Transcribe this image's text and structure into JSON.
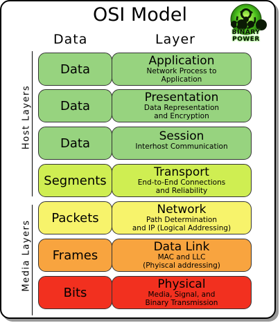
{
  "title": "OSI Model",
  "logo": {
    "icon": "biohazard-icon",
    "text": "BINARY POWER"
  },
  "columns": {
    "data": "Data",
    "layer": "Layer"
  },
  "groups": {
    "host": "Host Layers",
    "media": "Media Layers"
  },
  "layers": [
    {
      "data": "Data",
      "name": "Application",
      "desc1": "Network Process to",
      "desc2": "Application",
      "color": "#97d37f"
    },
    {
      "data": "Data",
      "name": "Presentation",
      "desc1": "Data Representation",
      "desc2": "and Encryption",
      "color": "#97d37f"
    },
    {
      "data": "Data",
      "name": "Session",
      "desc1": "Interhost Communication",
      "desc2": "",
      "color": "#97d37f"
    },
    {
      "data": "Segments",
      "name": "Transport",
      "desc1": "End-to-End Connections",
      "desc2": "and Reliability",
      "color": "#cfee52"
    },
    {
      "data": "Packets",
      "name": "Network",
      "desc1": "Path Determination",
      "desc2": "and IP (Logical Addressing)",
      "color": "#f7f36b"
    },
    {
      "data": "Frames",
      "name": "Data Link",
      "desc1": "MAC and LLC",
      "desc2": "(Phyiscal addressing)",
      "color": "#f8a43f"
    },
    {
      "data": "Bits",
      "name": "Physical",
      "desc1": "Media, Signal, and",
      "desc2": "Binary Transmission",
      "color": "#f2301f"
    }
  ]
}
